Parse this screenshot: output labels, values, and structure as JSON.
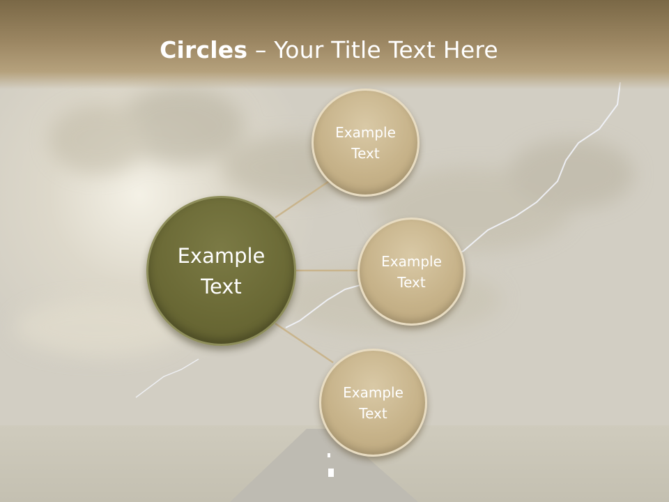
{
  "slide": {
    "title_bold": "Circles",
    "title_rest": " – Your Title Text Here",
    "colors": {
      "header": "#9a8561",
      "main_circle": "#6b6a36",
      "small_circle": "#c7b38a",
      "connector": "#c9b48c",
      "text": "#ffffff"
    }
  },
  "diagram": {
    "center": {
      "label": "Example\nText"
    },
    "nodes": [
      {
        "label": "Example\nText"
      },
      {
        "label": "Example\nText"
      },
      {
        "label": "Example\nText"
      }
    ]
  }
}
